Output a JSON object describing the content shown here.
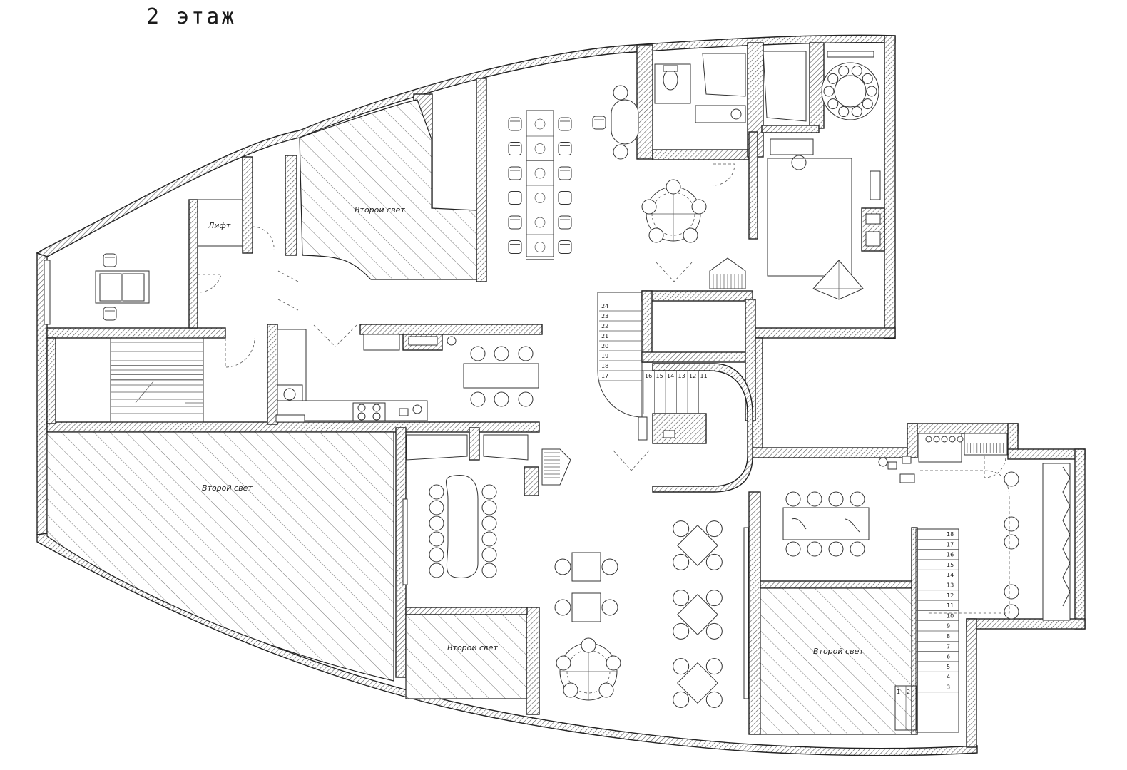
{
  "title": "2 этаж",
  "labels": {
    "lift": "Лифт",
    "void": "Второй свет"
  },
  "stairs_center": [
    "24",
    "23",
    "22",
    "21",
    "20",
    "19",
    "18",
    "17",
    "16",
    "15",
    "14",
    "13",
    "12",
    "11"
  ],
  "stairs_right": [
    "18",
    "17",
    "16",
    "15",
    "14",
    "13",
    "12",
    "11",
    "10",
    "9",
    "8",
    "7",
    "6",
    "5",
    "4",
    "3"
  ],
  "stairs_right_start": [
    "1",
    "2"
  ]
}
